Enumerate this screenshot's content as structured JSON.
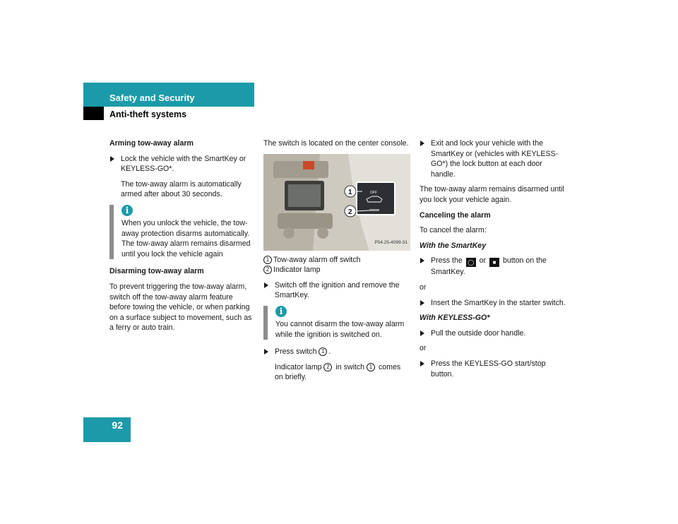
{
  "header": {
    "section": "Safety and Security",
    "subsection": "Anti-theft systems"
  },
  "page_number": "92",
  "col1": {
    "heading_arming": "Arming tow-away alarm",
    "step_lock": "Lock the vehicle with the SmartKey or KEYLESS-GO*.",
    "step_lock_result": "The tow-away alarm is automatically armed after about 30 seconds.",
    "note1": "When you unlock the vehicle, the tow-away protection disarms automatically. The tow-away alarm remains disarmed until you lock the vehicle again",
    "heading_disarming": "Disarming tow-away alarm",
    "disarm_text": "To prevent triggering the tow-away alarm, switch off the tow-away alarm feature before towing the vehicle, or when parking on a surface subject to movement, such as a ferry or auto train."
  },
  "col2": {
    "intro": "The switch is located on the center console.",
    "photo_caption": "P54.25-4099-31",
    "switch_label": "OFF",
    "legend": [
      {
        "num": "1",
        "text": "Tow-away alarm off switch"
      },
      {
        "num": "2",
        "text": "Indicator lamp"
      }
    ],
    "step_ignition": "Switch off the ignition and remove the SmartKey.",
    "note2": "You cannot disarm the tow-away alarm while the ignition is switched on.",
    "step_press_pre": "Press switch ",
    "step_press_num": "1",
    "step_press_post": ".",
    "lamp_pre": "Indicator lamp ",
    "lamp_num": "2",
    "lamp_mid": " in switch ",
    "lamp_num2": "1",
    "lamp_post": " comes on briefly."
  },
  "col3": {
    "step_exit": "Exit and lock your vehicle with the SmartKey or (vehicles with KEYLESS-GO*) the lock button at each door handle.",
    "remains": "The tow-away alarm remains disarmed until you lock your vehicle again.",
    "heading_cancel": "Canceling the alarm",
    "cancel_intro": "To cancel the alarm:",
    "heading_smartkey": "With the SmartKey",
    "press_pre": "Press the ",
    "press_or": " or ",
    "press_post": " button on the SmartKey.",
    "or1": "or",
    "step_insert": "Insert the SmartKey in the starter switch.",
    "heading_keyless": "With KEYLESS-GO*",
    "step_pull": "Pull the outside door handle.",
    "or2": "or",
    "step_keyless_btn": "Press the KEYLESS-GO start/stop button."
  },
  "colors": {
    "accent": "#1c9aa9",
    "note_bar": "#8c8c8c"
  }
}
